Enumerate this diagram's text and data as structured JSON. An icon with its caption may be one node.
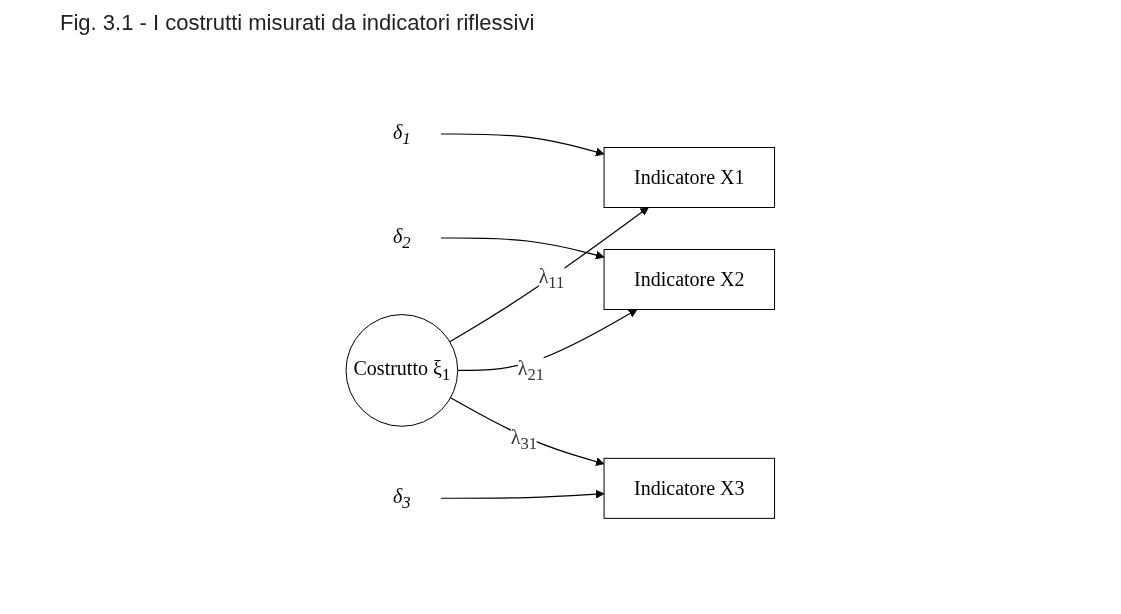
{
  "diagram": {
    "title": "Fig. 3.1 - I costrutti misurati da indicatori riflessivi",
    "nodes": [
      {
        "text": [
          "δ$_{1}$"
        ]
      },
      {
        "text": [
          "Indicatore X1"
        ]
      },
      {
        "text": [
          "δ$_{2}$"
        ]
      },
      {
        "text": [
          "Indicatore X2"
        ]
      },
      {
        "text": [
          "Costrutto ξ$_{1}$"
        ]
      },
      {
        "text": [
          "δ$_{3}$"
        ]
      },
      {
        "text": [
          "Indicatore X3"
        ]
      }
    ],
    "edges": [
      {
        "from": 0,
        "to": 1,
        "arrow": "to"
      },
      {
        "from": 2,
        "to": 3,
        "arrow": "to"
      },
      {
        "from": 5,
        "to": 6,
        "arrow": "to"
      },
      {
        "from": 4,
        "to": 1,
        "arrow": "to",
        "label": "λ$_{11}$"
      },
      {
        "from": 4,
        "to": 3,
        "arrow": "to",
        "label": "λ$_{21}$"
      },
      {
        "from": 4,
        "to": 6,
        "arrow": "to",
        "label": "λ$_{31}$"
      }
    ]
  }
}
